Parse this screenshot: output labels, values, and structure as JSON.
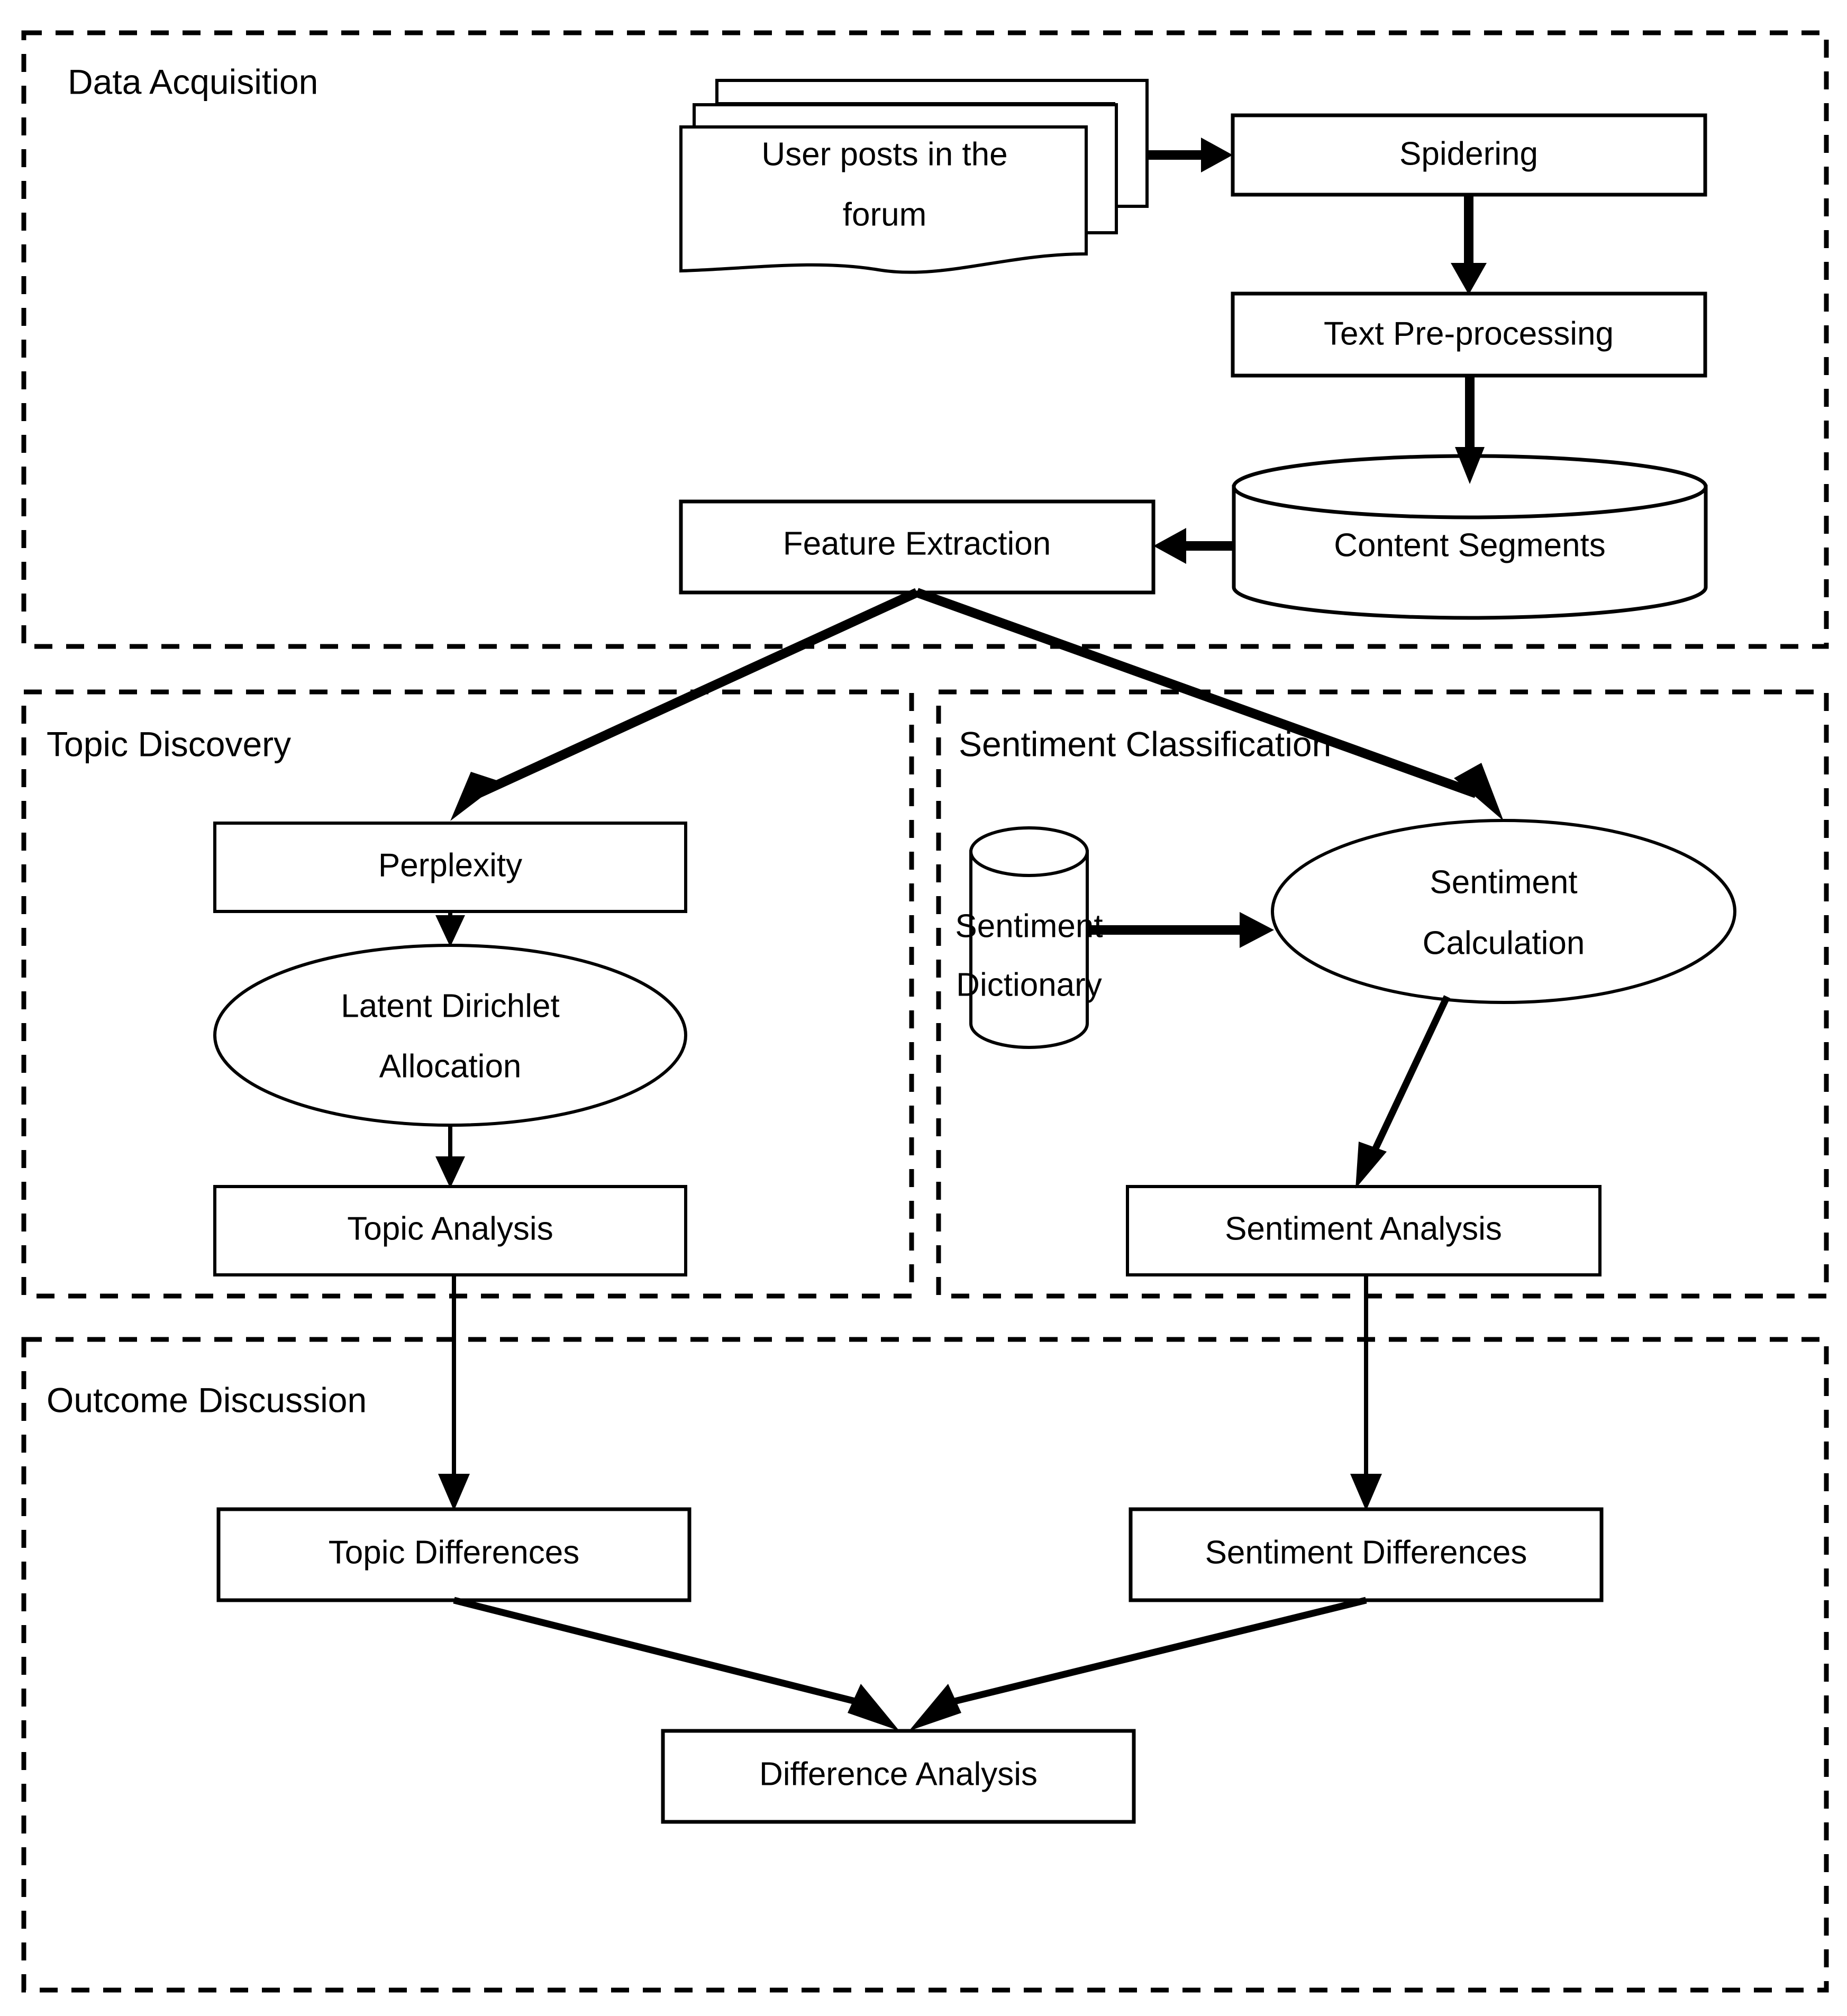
{
  "diagram": {
    "title": "Research Framework Flowchart",
    "background_color": "#ffffff",
    "line_color": "#000000",
    "groups": [
      {
        "id": "data-acquisition",
        "label": "Data Acquisition"
      },
      {
        "id": "topic-discovery",
        "label": "Topic Discovery"
      },
      {
        "id": "sentiment-classification",
        "label": "Sentiment Classification"
      },
      {
        "id": "outcome-discussion",
        "label": "Outcome Discussion"
      }
    ],
    "nodes": [
      {
        "id": "user-posts",
        "label_line1": "User posts in the",
        "label_line2": "forum",
        "shape": "multi-document",
        "group": "data-acquisition"
      },
      {
        "id": "spidering",
        "label": "Spidering",
        "shape": "rectangle",
        "group": "data-acquisition"
      },
      {
        "id": "text-preprocessing",
        "label": "Text Pre-processing",
        "shape": "rectangle",
        "group": "data-acquisition"
      },
      {
        "id": "content-segments",
        "label": "Content Segments",
        "shape": "cylinder",
        "group": "data-acquisition"
      },
      {
        "id": "feature-extraction",
        "label": "Feature Extraction",
        "shape": "rectangle",
        "group": "data-acquisition"
      },
      {
        "id": "perplexity",
        "label": "Perplexity",
        "shape": "rectangle",
        "group": "topic-discovery"
      },
      {
        "id": "lda",
        "label_line1": "Latent Dirichlet",
        "label_line2": "Allocation",
        "shape": "ellipse",
        "group": "topic-discovery"
      },
      {
        "id": "topic-analysis",
        "label": "Topic Analysis",
        "shape": "rectangle",
        "group": "topic-discovery"
      },
      {
        "id": "sentiment-dictionary",
        "label_line1": "Sentiment",
        "label_line2": "Dictionary",
        "shape": "cylinder",
        "group": "sentiment-classification"
      },
      {
        "id": "sentiment-calculation",
        "label_line1": "Sentiment",
        "label_line2": "Calculation",
        "shape": "ellipse",
        "group": "sentiment-classification"
      },
      {
        "id": "sentiment-analysis",
        "label": "Sentiment Analysis",
        "shape": "rectangle",
        "group": "sentiment-classification"
      },
      {
        "id": "topic-differences",
        "label": "Topic Differences",
        "shape": "rectangle",
        "group": "outcome-discussion"
      },
      {
        "id": "sentiment-differences",
        "label": "Sentiment Differences",
        "shape": "rectangle",
        "group": "outcome-discussion"
      },
      {
        "id": "difference-analysis",
        "label": "Difference Analysis",
        "shape": "rectangle",
        "group": "outcome-discussion"
      }
    ],
    "edges": [
      {
        "from": "user-posts",
        "to": "spidering",
        "style": "thick-arrow"
      },
      {
        "from": "spidering",
        "to": "text-preprocessing",
        "style": "thick-arrow"
      },
      {
        "from": "text-preprocessing",
        "to": "content-segments",
        "style": "thick-arrow"
      },
      {
        "from": "content-segments",
        "to": "feature-extraction",
        "style": "thick-arrow"
      },
      {
        "from": "feature-extraction",
        "to": "perplexity",
        "style": "thick-arrow"
      },
      {
        "from": "feature-extraction",
        "to": "sentiment-calculation",
        "style": "thick-arrow"
      },
      {
        "from": "perplexity",
        "to": "lda",
        "style": "thin-arrow"
      },
      {
        "from": "lda",
        "to": "topic-analysis",
        "style": "thin-arrow"
      },
      {
        "from": "sentiment-dictionary",
        "to": "sentiment-calculation",
        "style": "thick-arrow"
      },
      {
        "from": "sentiment-calculation",
        "to": "sentiment-analysis",
        "style": "thick-arrow"
      },
      {
        "from": "topic-analysis",
        "to": "topic-differences",
        "style": "thin-arrow"
      },
      {
        "from": "sentiment-analysis",
        "to": "sentiment-differences",
        "style": "thin-arrow"
      },
      {
        "from": "topic-differences",
        "to": "difference-analysis",
        "style": "thick-arrow"
      },
      {
        "from": "sentiment-differences",
        "to": "difference-analysis",
        "style": "thick-arrow"
      }
    ]
  }
}
